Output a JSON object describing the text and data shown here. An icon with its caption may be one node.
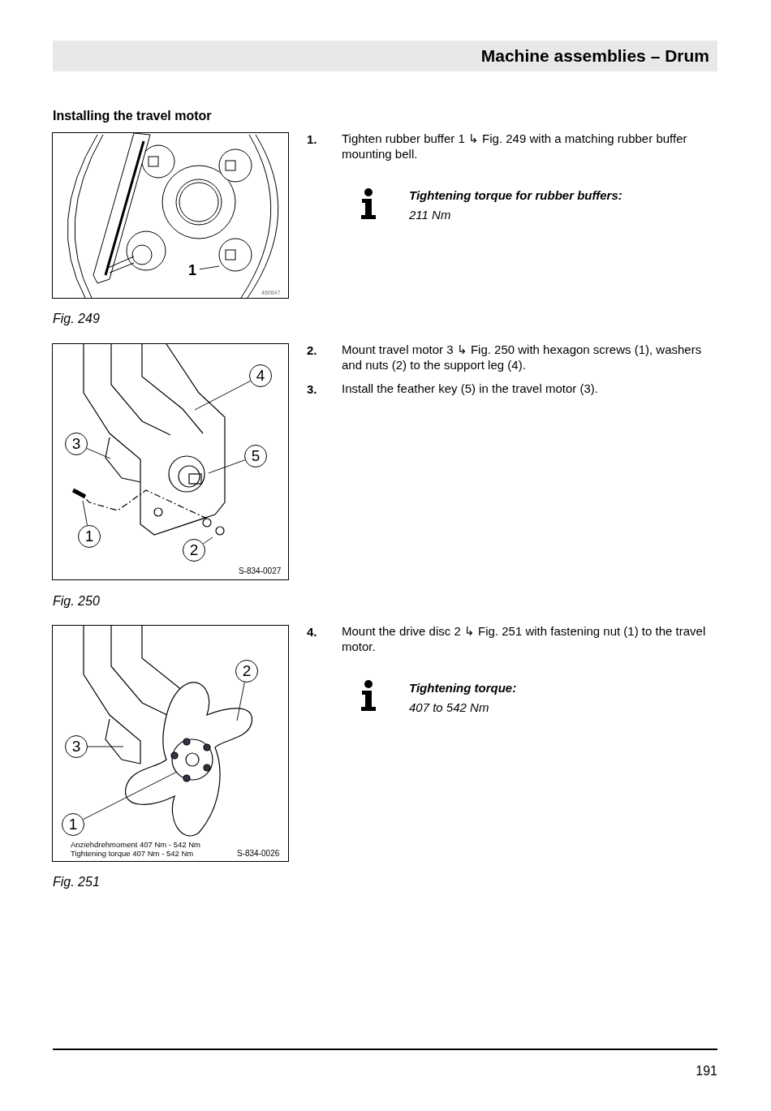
{
  "diagram": {
    "title": "Machine assemblies – Drum",
    "nodes": [
      {
        "text": [
          "1"
        ]
      },
      {
        "text": [
          "4"
        ]
      },
      {
        "text": [
          "3"
        ]
      },
      {
        "text": [
          "5"
        ]
      },
      {
        "text": [
          "1"
        ]
      },
      {
        "text": [
          "2"
        ]
      },
      {
        "text": [
          "2"
        ]
      },
      {
        "text": [
          "3"
        ]
      },
      {
        "text": [
          "1"
        ]
      }
    ],
    "edges": [
      {
        "from": 0,
        "to": null,
        "arrow": "none"
      },
      {
        "from": 1,
        "to": null,
        "arrow": "none"
      },
      {
        "from": 2,
        "to": null,
        "arrow": "none"
      },
      {
        "from": 3,
        "to": null,
        "arrow": "none"
      },
      {
        "from": 4,
        "to": null,
        "arrow": "none"
      },
      {
        "from": 5,
        "to": null,
        "arrow": "none"
      },
      {
        "from": 6,
        "to": null,
        "arrow": "none"
      },
      {
        "from": 7,
        "to": null,
        "arrow": "none"
      },
      {
        "from": 8,
        "to": null,
        "arrow": "none"
      }
    ],
    "labels": [
      "Installing the travel motor",
      "460647",
      "Fig. 249",
      "1.",
      "Tighten rubber buffer 1 ↳ Fig. 249 with a matching rubber buffer mounting bell.",
      "Tightening torque for rubber buffers:",
      "211 Nm",
      "S-834-0027",
      "Fig. 250",
      "2.",
      "Mount travel motor 3 ↳ Fig. 250 with hexagon screws (1), washers and nuts (2) to the support leg (4).",
      "3.",
      "Install the feather key (5) in the travel motor (3).",
      "Anziehdrehmoment 407 Nm - 542 Nm",
      "Tightening torque 407 Nm - 542 Nm",
      "S-834-0026",
      "Fig. 251",
      "4.",
      "Mount the drive disc 2 ↳ Fig. 251 with fastening nut (1) to the travel motor.",
      "Tightening torque:",
      "407 to 542 Nm",
      "191"
    ]
  }
}
